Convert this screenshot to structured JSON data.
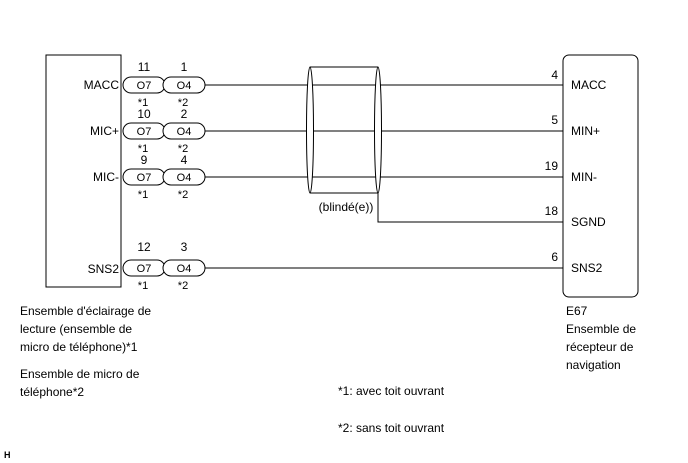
{
  "left_component": {
    "pins": [
      {
        "name": "MACC",
        "conn_a": {
          "pin": "11",
          "code": "O7",
          "note": "*1"
        },
        "conn_b": {
          "pin": "1",
          "code": "O4",
          "note": "*2"
        }
      },
      {
        "name": "MIC+",
        "conn_a": {
          "pin": "10",
          "code": "O7",
          "note": "*1"
        },
        "conn_b": {
          "pin": "2",
          "code": "O4",
          "note": "*2"
        }
      },
      {
        "name": "MIC-",
        "conn_a": {
          "pin": "9",
          "code": "O7",
          "note": "*1"
        },
        "conn_b": {
          "pin": "4",
          "code": "O4",
          "note": "*2"
        }
      },
      {
        "name": "SNS2",
        "conn_a": {
          "pin": "12",
          "code": "O7",
          "note": "*1"
        },
        "conn_b": {
          "pin": "3",
          "code": "O4",
          "note": "*2"
        }
      }
    ],
    "caption1": [
      "Ensemble d'éclairage de",
      "lecture (ensemble de",
      "micro de téléphone)*1"
    ],
    "caption2": [
      "Ensemble de micro de",
      "téléphone*2"
    ]
  },
  "right_component": {
    "pins": [
      {
        "pin": "4",
        "name": "MACC"
      },
      {
        "pin": "5",
        "name": "MIN+"
      },
      {
        "pin": "19",
        "name": "MIN-"
      },
      {
        "pin": "18",
        "name": "SGND"
      },
      {
        "pin": "6",
        "name": "SNS2"
      }
    ],
    "code": "E67",
    "caption": [
      "Ensemble de",
      "récepteur de",
      "navigation"
    ]
  },
  "shield_label": "(blindé(e))",
  "notes": [
    "*1: avec toit ouvrant",
    "*2: sans toit ouvrant"
  ],
  "corner_mark": "H"
}
